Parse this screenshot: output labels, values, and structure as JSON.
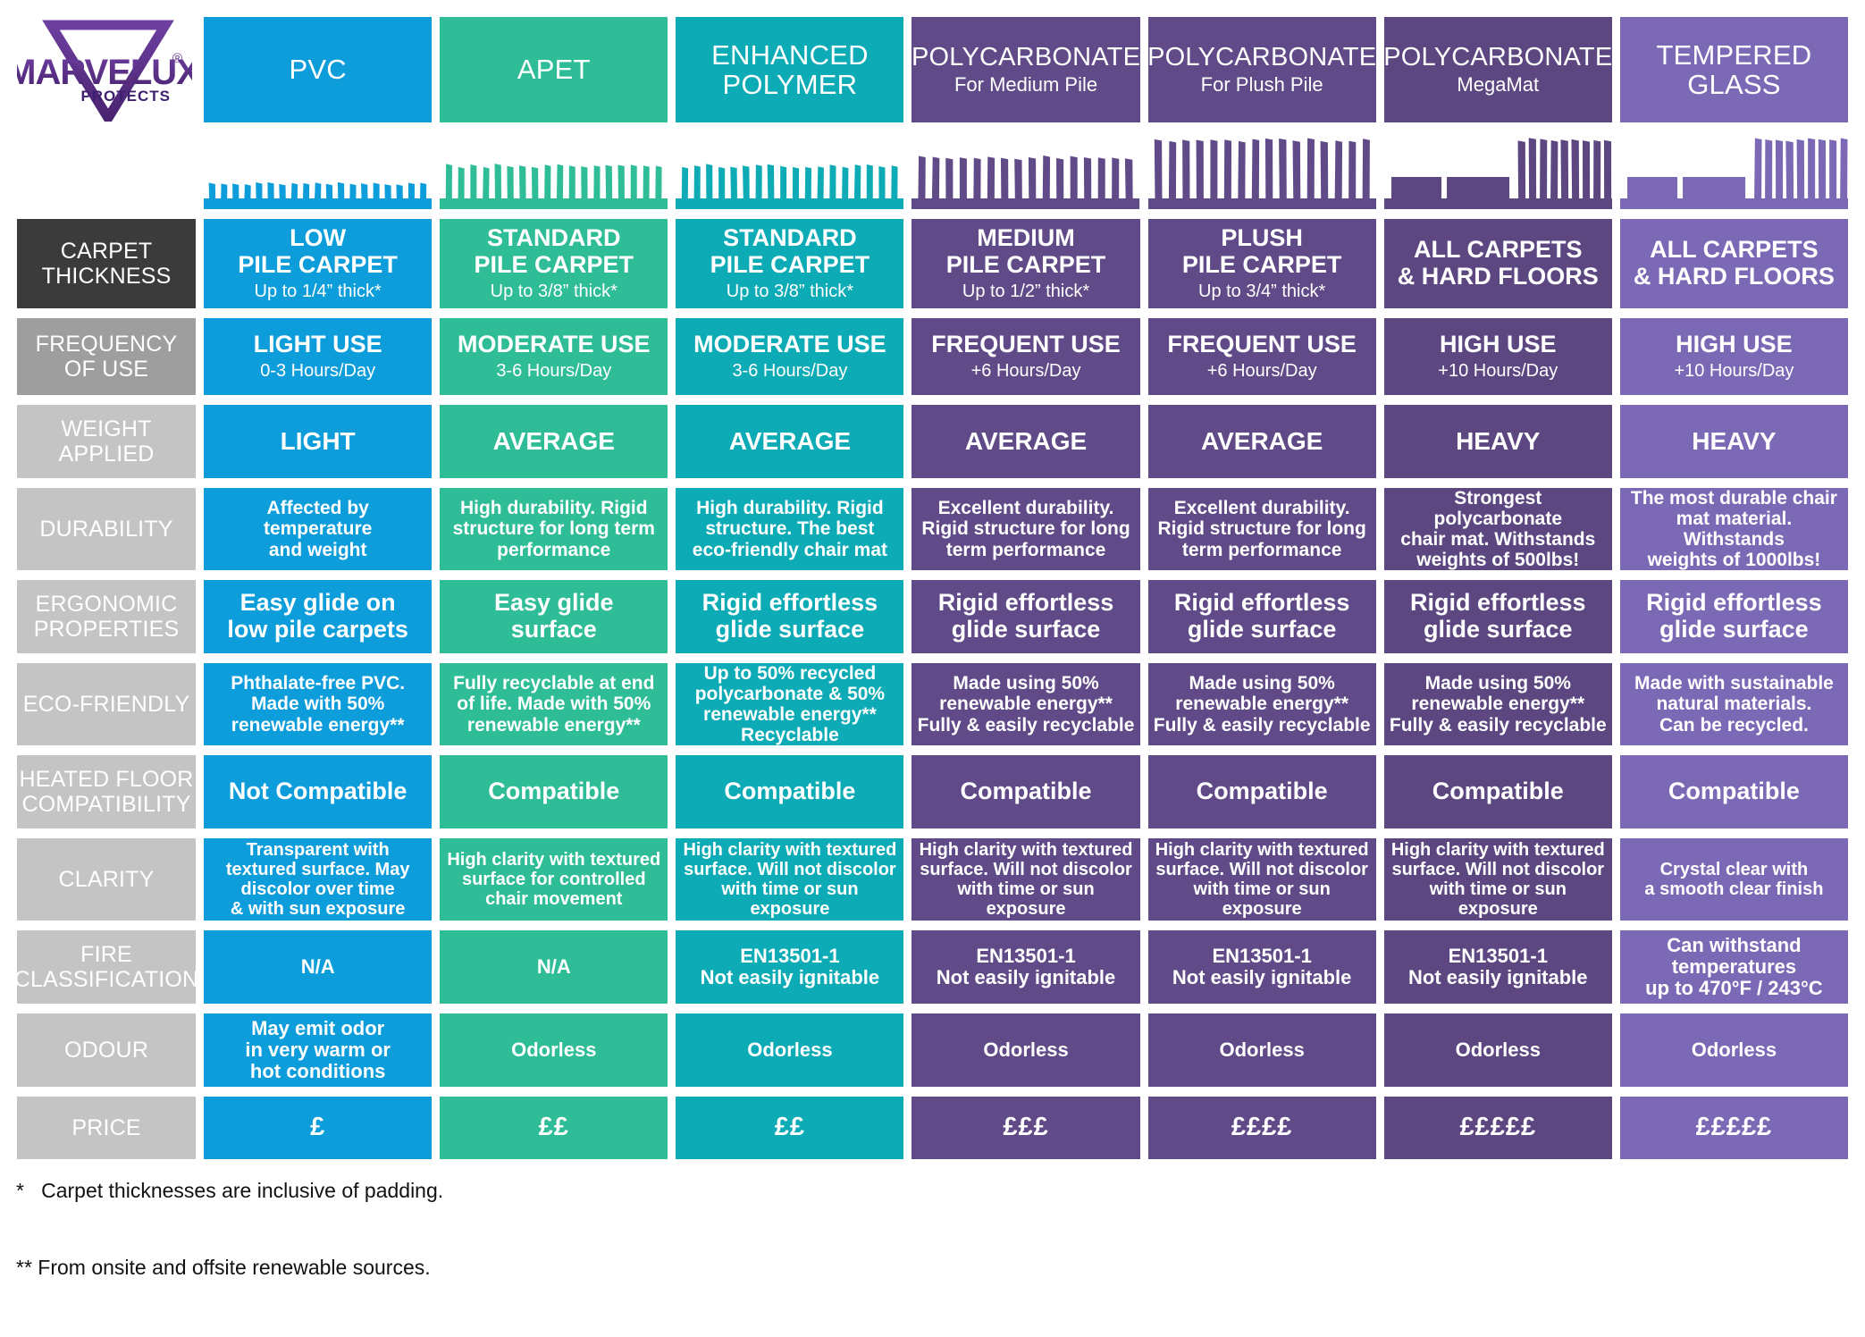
{
  "brand": {
    "name": "MARVELUX",
    "tagline": "PROTECTS",
    "registered": "®",
    "logo_color": "#5b2d8e"
  },
  "colors": {
    "pvc": "#0d9ddb",
    "apet": "#2fbd97",
    "enhanced": "#0cabb5",
    "poly_medium": "#604a87",
    "poly_plush": "#604a87",
    "poly_megamat": "#5c4781",
    "tempered_glass": "#7c69b5",
    "label_dark": "#3b3b3b",
    "label_mid": "#9e9e9e",
    "label_light": "#c4c4c4",
    "text_on_color": "#ffffff",
    "footnote": "#111111"
  },
  "columns": [
    {
      "key": "pvc",
      "title": "PVC",
      "subtitle": "",
      "color": "#0d9ddb",
      "pile": "low"
    },
    {
      "key": "apet",
      "title": "APET",
      "subtitle": "",
      "color": "#2fbd97",
      "pile": "standard"
    },
    {
      "key": "enhanced",
      "title": "ENHANCED\nPOLYMER",
      "subtitle": "",
      "color": "#0cabb5",
      "pile": "standard"
    },
    {
      "key": "poly_medium",
      "title": "POLYCARBONATE",
      "subtitle": "For Medium Pile",
      "color": "#604a87",
      "pile": "medium"
    },
    {
      "key": "poly_plush",
      "title": "POLYCARBONATE",
      "subtitle": "For Plush Pile",
      "color": "#604a87",
      "pile": "plush"
    },
    {
      "key": "poly_megamat",
      "title": "POLYCARBONATE",
      "subtitle": "MegaMat",
      "color": "#5c4781",
      "pile": "mixed"
    },
    {
      "key": "tempered_glass",
      "title": "TEMPERED\nGLASS",
      "subtitle": "",
      "color": "#7c69b5",
      "pile": "mixed"
    }
  ],
  "rows": [
    {
      "key": "carpet_thickness",
      "label": "CARPET\nTHICKNESS",
      "label_color": "#3b3b3b",
      "cells": [
        {
          "main": "LOW\nPILE CARPET",
          "sub": "Up to 1/4” thick*"
        },
        {
          "main": "STANDARD\nPILE CARPET",
          "sub": "Up to 3/8” thick*"
        },
        {
          "main": "STANDARD\nPILE CARPET",
          "sub": "Up to 3/8” thick*"
        },
        {
          "main": "MEDIUM\nPILE CARPET",
          "sub": "Up to 1/2” thick*"
        },
        {
          "main": "PLUSH\nPILE CARPET",
          "sub": "Up to 3/4” thick*"
        },
        {
          "main": "ALL CARPETS\n& HARD FLOORS",
          "sub": ""
        },
        {
          "main": "ALL CARPETS\n& HARD FLOORS",
          "sub": ""
        }
      ]
    },
    {
      "key": "frequency_of_use",
      "label": "FREQUENCY\nOF USE",
      "label_color": "#9e9e9e",
      "cells": [
        {
          "main": "LIGHT USE",
          "sub": "0-3 Hours/Day"
        },
        {
          "main": "MODERATE USE",
          "sub": "3-6 Hours/Day"
        },
        {
          "main": "MODERATE USE",
          "sub": "3-6 Hours/Day"
        },
        {
          "main": "FREQUENT USE",
          "sub": "+6 Hours/Day"
        },
        {
          "main": "FREQUENT USE",
          "sub": "+6 Hours/Day"
        },
        {
          "main": "HIGH USE",
          "sub": "+10 Hours/Day"
        },
        {
          "main": "HIGH USE",
          "sub": "+10 Hours/Day"
        }
      ]
    },
    {
      "key": "weight_applied",
      "label": "WEIGHT\nAPPLIED",
      "label_color": "#c4c4c4",
      "cells": [
        {
          "main": "LIGHT",
          "sub": ""
        },
        {
          "main": "AVERAGE",
          "sub": ""
        },
        {
          "main": "AVERAGE",
          "sub": ""
        },
        {
          "main": "AVERAGE",
          "sub": ""
        },
        {
          "main": "AVERAGE",
          "sub": ""
        },
        {
          "main": "HEAVY",
          "sub": ""
        },
        {
          "main": "HEAVY",
          "sub": ""
        }
      ]
    },
    {
      "key": "durability",
      "label": "DURABILITY",
      "label_color": "#c4c4c4",
      "cells": [
        {
          "main": "Affected by\ntemperature\nand weight",
          "sub": ""
        },
        {
          "main": "High durability. Rigid\nstructure for long term\nperformance",
          "sub": ""
        },
        {
          "main": "High durability. Rigid\nstructure. The best\neco-friendly chair mat",
          "sub": ""
        },
        {
          "main": "Excellent durability.\nRigid structure for long\nterm performance",
          "sub": ""
        },
        {
          "main": "Excellent durability.\nRigid structure for long\nterm performance",
          "sub": ""
        },
        {
          "main": "Strongest polycarbonate\nchair mat. Withstands\nweights of 500lbs!",
          "sub": ""
        },
        {
          "main": "The most durable chair\nmat material. Withstands\nweights of 1000lbs!",
          "sub": ""
        }
      ]
    },
    {
      "key": "ergonomic_properties",
      "label": "ERGONOMIC\nPROPERTIES",
      "label_color": "#c4c4c4",
      "cells": [
        {
          "main": "Easy glide on\nlow pile carpets",
          "sub": ""
        },
        {
          "main": "Easy glide\nsurface",
          "sub": ""
        },
        {
          "main": "Rigid effortless\nglide surface",
          "sub": ""
        },
        {
          "main": "Rigid effortless\nglide surface",
          "sub": ""
        },
        {
          "main": "Rigid effortless\nglide surface",
          "sub": ""
        },
        {
          "main": "Rigid effortless\nglide surface",
          "sub": ""
        },
        {
          "main": "Rigid effortless\nglide surface",
          "sub": ""
        }
      ]
    },
    {
      "key": "eco_friendly",
      "label": "ECO-FRIENDLY",
      "label_color": "#c4c4c4",
      "cells": [
        {
          "main": "Phthalate-free PVC.\nMade with 50%\nrenewable energy**",
          "sub": ""
        },
        {
          "main": "Fully recyclable at end\nof life. Made with 50%\nrenewable energy**",
          "sub": ""
        },
        {
          "main": "Up to 50% recycled\npolycarbonate & 50%\nrenewable energy**\nRecyclable",
          "sub": ""
        },
        {
          "main": "Made using 50%\nrenewable energy**\nFully & easily recyclable",
          "sub": ""
        },
        {
          "main": "Made using 50%\nrenewable energy**\nFully & easily recyclable",
          "sub": ""
        },
        {
          "main": "Made using 50%\nrenewable energy**\nFully & easily recyclable",
          "sub": ""
        },
        {
          "main": "Made with sustainable\nnatural materials.\nCan be recycled.",
          "sub": ""
        }
      ]
    },
    {
      "key": "heated_floor_compatibility",
      "label": "HEATED FLOOR\nCOMPATIBILITY",
      "label_color": "#c4c4c4",
      "cells": [
        {
          "main": "Not Compatible",
          "sub": ""
        },
        {
          "main": "Compatible",
          "sub": ""
        },
        {
          "main": "Compatible",
          "sub": ""
        },
        {
          "main": "Compatible",
          "sub": ""
        },
        {
          "main": "Compatible",
          "sub": ""
        },
        {
          "main": "Compatible",
          "sub": ""
        },
        {
          "main": "Compatible",
          "sub": ""
        }
      ]
    },
    {
      "key": "clarity",
      "label": "CLARITY",
      "label_color": "#c4c4c4",
      "cells": [
        {
          "main": "Transparent with\ntextured surface. May\ndiscolor over time\n& with sun exposure",
          "sub": ""
        },
        {
          "main": "High clarity with textured\nsurface for controlled\nchair movement",
          "sub": ""
        },
        {
          "main": "High clarity with textured\nsurface. Will not discolor\nwith time or sun exposure",
          "sub": ""
        },
        {
          "main": "High clarity with textured\nsurface. Will not discolor\nwith time or sun exposure",
          "sub": ""
        },
        {
          "main": "High clarity with textured\nsurface. Will not discolor\nwith time or sun exposure",
          "sub": ""
        },
        {
          "main": "High clarity with textured\nsurface. Will not discolor\nwith time or sun exposure",
          "sub": ""
        },
        {
          "main": "Crystal clear with\na smooth clear finish",
          "sub": ""
        }
      ]
    },
    {
      "key": "fire_classification",
      "label": "FIRE\nCLASSIFICATION",
      "label_color": "#c4c4c4",
      "cells": [
        {
          "main": "N/A",
          "sub": ""
        },
        {
          "main": "N/A",
          "sub": ""
        },
        {
          "main": "EN13501-1\nNot easily ignitable",
          "sub": ""
        },
        {
          "main": "EN13501-1\nNot easily ignitable",
          "sub": ""
        },
        {
          "main": "EN13501-1\nNot easily ignitable",
          "sub": ""
        },
        {
          "main": "EN13501-1\nNot easily ignitable",
          "sub": ""
        },
        {
          "main": "Can withstand\ntemperatures\nup to 470°F / 243°C",
          "sub": ""
        }
      ]
    },
    {
      "key": "odour",
      "label": "ODOUR",
      "label_color": "#c4c4c4",
      "cells": [
        {
          "main": "May emit odor\nin very warm or\nhot conditions",
          "sub": ""
        },
        {
          "main": "Odorless",
          "sub": ""
        },
        {
          "main": "Odorless",
          "sub": ""
        },
        {
          "main": "Odorless",
          "sub": ""
        },
        {
          "main": "Odorless",
          "sub": ""
        },
        {
          "main": "Odorless",
          "sub": ""
        },
        {
          "main": "Odorless",
          "sub": ""
        }
      ]
    },
    {
      "key": "price",
      "label": "PRICE",
      "label_color": "#c4c4c4",
      "cells": [
        {
          "main": "£",
          "sub": ""
        },
        {
          "main": "££",
          "sub": ""
        },
        {
          "main": "££",
          "sub": ""
        },
        {
          "main": "£££",
          "sub": ""
        },
        {
          "main": "££££",
          "sub": ""
        },
        {
          "main": "£££££",
          "sub": ""
        },
        {
          "main": "£££££",
          "sub": ""
        }
      ]
    }
  ],
  "footnotes": [
    "*   Carpet thicknesses are inclusive of padding.",
    "** From onsite and offsite renewable sources."
  ]
}
